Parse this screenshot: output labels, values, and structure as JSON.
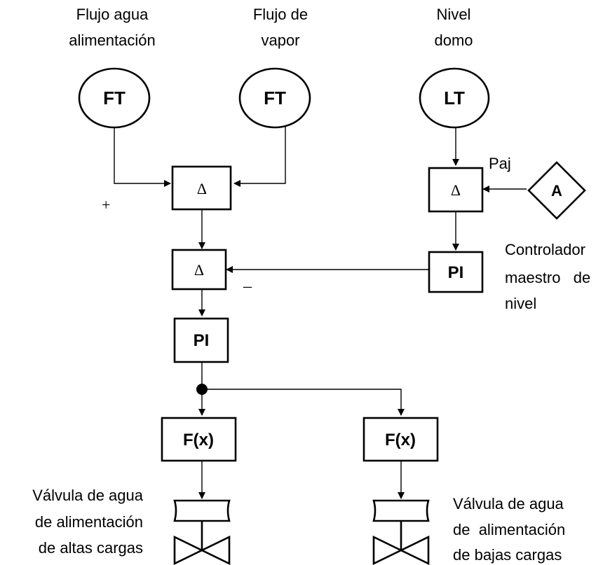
{
  "labels": {
    "flow_feedwater": [
      "Flujo agua",
      "alimentación"
    ],
    "flow_steam": [
      "Flujo  de",
      "vapor"
    ],
    "drum_level": [
      "Nivel",
      "domo"
    ],
    "paj": "Paj",
    "plus": "+",
    "minus": "_",
    "master_controller": [
      "Controlador",
      "maestro   de",
      "nivel"
    ],
    "valve_high": [
      "Válvula de agua",
      "de alimentación",
      "de altas cargas"
    ],
    "valve_low": [
      "Válvula de agua",
      "de  alimentación",
      "de bajas cargas"
    ]
  },
  "transmitters": {
    "ft_feedwater": "FT",
    "ft_steam": "FT",
    "lt_level": "LT"
  },
  "blocks": {
    "sum_flow": "Δ",
    "sum_level": "Δ",
    "sum_main": "Δ",
    "pi_master": "PI",
    "pi_flow": "PI",
    "fx_high": "F(x)",
    "fx_low": "F(x)",
    "setpoint": "A"
  }
}
